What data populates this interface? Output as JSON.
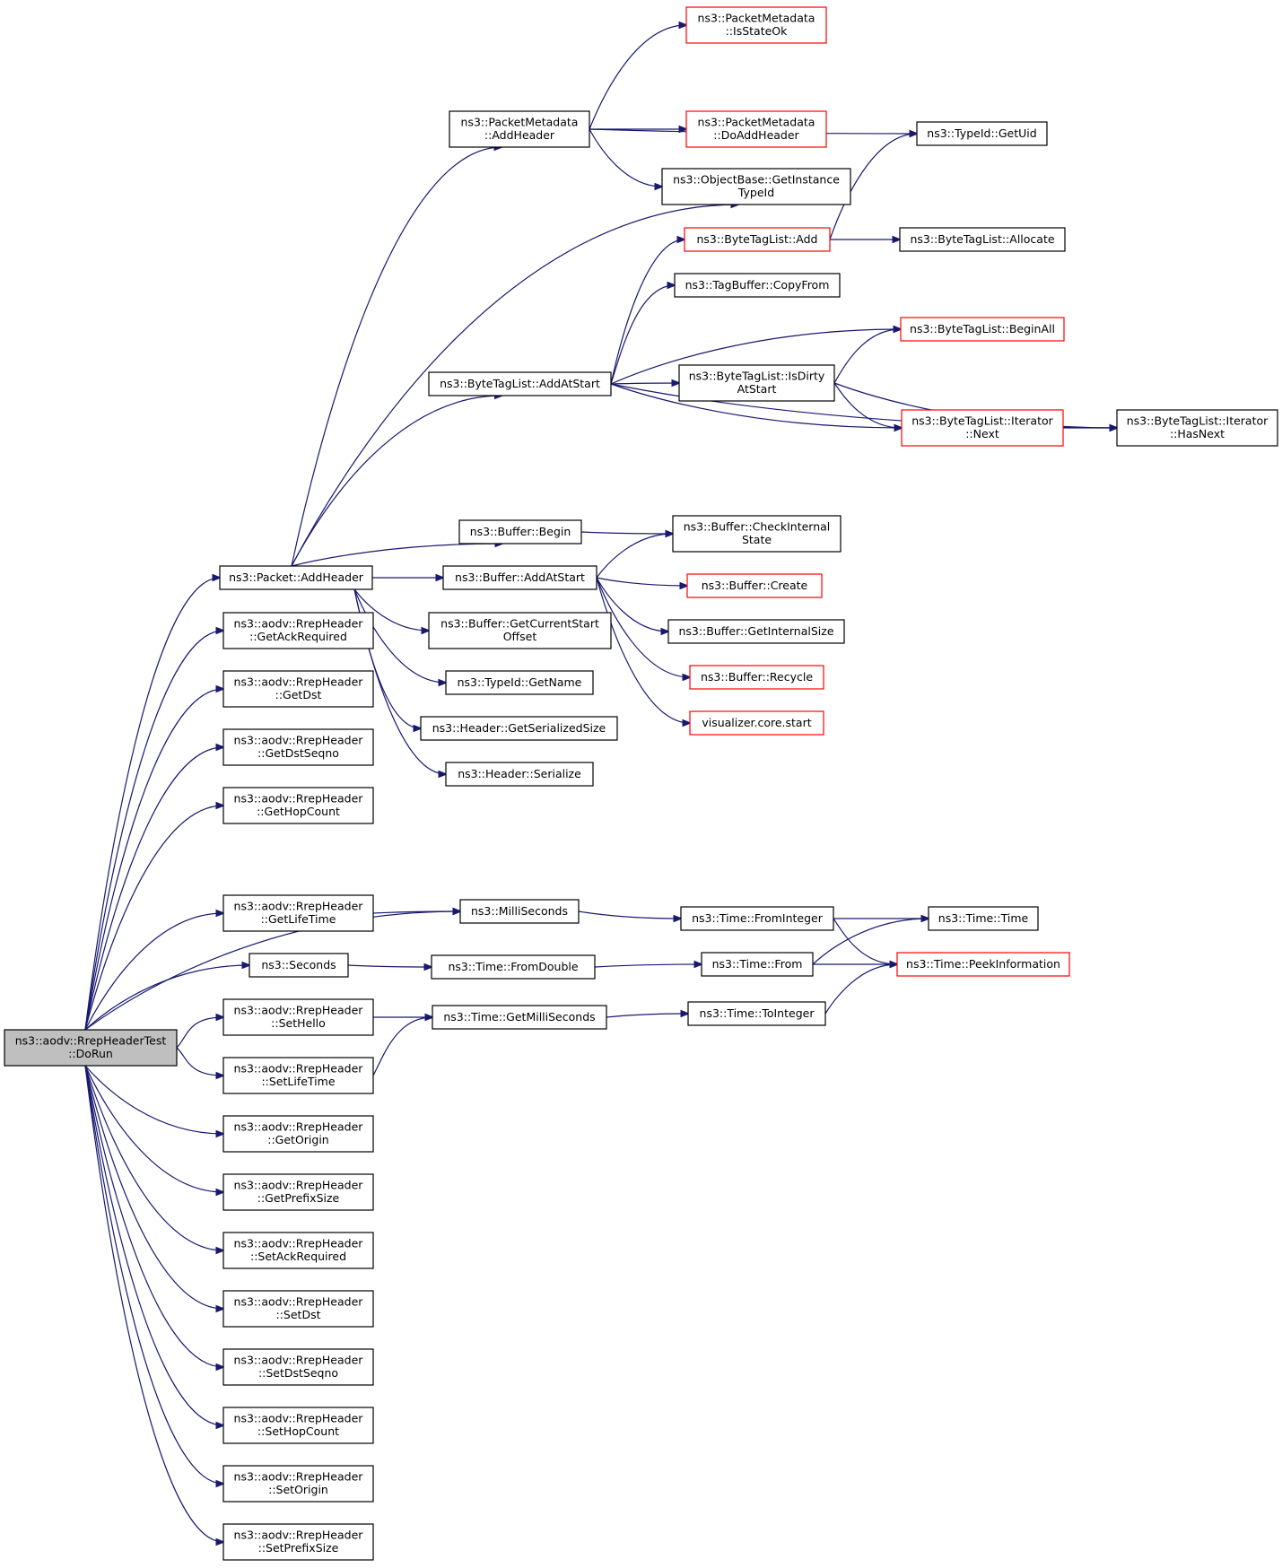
{
  "diagram": {
    "root": "doRun",
    "nodes": [
      {
        "id": "doRun",
        "lines": [
          "ns3::aodv::RrepHeaderTest",
          "::DoRun"
        ],
        "style": "root"
      },
      {
        "id": "packetAddHeader",
        "lines": [
          "ns3::Packet::AddHeader"
        ],
        "style": "normal"
      },
      {
        "id": "getAckRequired",
        "lines": [
          "ns3::aodv::RrepHeader",
          "::GetAckRequired"
        ],
        "style": "normal"
      },
      {
        "id": "getDst",
        "lines": [
          "ns3::aodv::RrepHeader",
          "::GetDst"
        ],
        "style": "normal"
      },
      {
        "id": "getDstSeqno",
        "lines": [
          "ns3::aodv::RrepHeader",
          "::GetDstSeqno"
        ],
        "style": "normal"
      },
      {
        "id": "getHopCount",
        "lines": [
          "ns3::aodv::RrepHeader",
          "::GetHopCount"
        ],
        "style": "normal"
      },
      {
        "id": "getLifeTime",
        "lines": [
          "ns3::aodv::RrepHeader",
          "::GetLifeTime"
        ],
        "style": "normal"
      },
      {
        "id": "seconds",
        "lines": [
          "ns3::Seconds"
        ],
        "style": "normal"
      },
      {
        "id": "setHello",
        "lines": [
          "ns3::aodv::RrepHeader",
          "::SetHello"
        ],
        "style": "normal"
      },
      {
        "id": "setLifeTime",
        "lines": [
          "ns3::aodv::RrepHeader",
          "::SetLifeTime"
        ],
        "style": "normal"
      },
      {
        "id": "getOrigin",
        "lines": [
          "ns3::aodv::RrepHeader",
          "::GetOrigin"
        ],
        "style": "normal"
      },
      {
        "id": "getPrefixSize",
        "lines": [
          "ns3::aodv::RrepHeader",
          "::GetPrefixSize"
        ],
        "style": "normal"
      },
      {
        "id": "setAckRequired",
        "lines": [
          "ns3::aodv::RrepHeader",
          "::SetAckRequired"
        ],
        "style": "normal"
      },
      {
        "id": "setDst",
        "lines": [
          "ns3::aodv::RrepHeader",
          "::SetDst"
        ],
        "style": "normal"
      },
      {
        "id": "setDstSeqno",
        "lines": [
          "ns3::aodv::RrepHeader",
          "::SetDstSeqno"
        ],
        "style": "normal"
      },
      {
        "id": "setHopCount",
        "lines": [
          "ns3::aodv::RrepHeader",
          "::SetHopCount"
        ],
        "style": "normal"
      },
      {
        "id": "setOrigin",
        "lines": [
          "ns3::aodv::RrepHeader",
          "::SetOrigin"
        ],
        "style": "normal"
      },
      {
        "id": "setPrefixSize",
        "lines": [
          "ns3::aodv::RrepHeader",
          "::SetPrefixSize"
        ],
        "style": "normal"
      },
      {
        "id": "pmAddHeader",
        "lines": [
          "ns3::PacketMetadata",
          "::AddHeader"
        ],
        "style": "normal"
      },
      {
        "id": "btlAddAtStart",
        "lines": [
          "ns3::ByteTagList::AddAtStart"
        ],
        "style": "normal"
      },
      {
        "id": "bufferBegin",
        "lines": [
          "ns3::Buffer::Begin"
        ],
        "style": "normal"
      },
      {
        "id": "bufferAddAtStart",
        "lines": [
          "ns3::Buffer::AddAtStart"
        ],
        "style": "normal"
      },
      {
        "id": "bufferGetCurrentStartOffset",
        "lines": [
          "ns3::Buffer::GetCurrentStart",
          "Offset"
        ],
        "style": "normal"
      },
      {
        "id": "typeIdGetName",
        "lines": [
          "ns3::TypeId::GetName"
        ],
        "style": "normal"
      },
      {
        "id": "headerGetSerializedSize",
        "lines": [
          "ns3::Header::GetSerializedSize"
        ],
        "style": "normal"
      },
      {
        "id": "headerSerialize",
        "lines": [
          "ns3::Header::Serialize"
        ],
        "style": "normal"
      },
      {
        "id": "milliSeconds",
        "lines": [
          "ns3::MilliSeconds"
        ],
        "style": "normal"
      },
      {
        "id": "timeFromDouble",
        "lines": [
          "ns3::Time::FromDouble"
        ],
        "style": "normal"
      },
      {
        "id": "timeGetMilliSeconds",
        "lines": [
          "ns3::Time::GetMilliSeconds"
        ],
        "style": "normal"
      },
      {
        "id": "pmIsStateOk",
        "lines": [
          "ns3::PacketMetadata",
          "::IsStateOk"
        ],
        "style": "red"
      },
      {
        "id": "pmDoAddHeader",
        "lines": [
          "ns3::PacketMetadata",
          "::DoAddHeader"
        ],
        "style": "red"
      },
      {
        "id": "obGetInstanceTypeId",
        "lines": [
          "ns3::ObjectBase::GetInstance",
          "TypeId"
        ],
        "style": "normal"
      },
      {
        "id": "btlAdd",
        "lines": [
          "ns3::ByteTagList::Add"
        ],
        "style": "red"
      },
      {
        "id": "tagBufferCopyFrom",
        "lines": [
          "ns3::TagBuffer::CopyFrom"
        ],
        "style": "normal"
      },
      {
        "id": "btlIsDirtyAtStart",
        "lines": [
          "ns3::ByteTagList::IsDirty",
          "AtStart"
        ],
        "style": "normal"
      },
      {
        "id": "bufferCheckInternalState",
        "lines": [
          "ns3::Buffer::CheckInternal",
          "State"
        ],
        "style": "normal"
      },
      {
        "id": "bufferCreate",
        "lines": [
          "ns3::Buffer::Create"
        ],
        "style": "red"
      },
      {
        "id": "bufferGetInternalSize",
        "lines": [
          "ns3::Buffer::GetInternalSize"
        ],
        "style": "normal"
      },
      {
        "id": "bufferRecycle",
        "lines": [
          "ns3::Buffer::Recycle"
        ],
        "style": "red"
      },
      {
        "id": "visualizerCoreStart",
        "lines": [
          "visualizer.core.start"
        ],
        "style": "red"
      },
      {
        "id": "timeFromInteger",
        "lines": [
          "ns3::Time::FromInteger"
        ],
        "style": "normal"
      },
      {
        "id": "timeFrom",
        "lines": [
          "ns3::Time::From"
        ],
        "style": "normal"
      },
      {
        "id": "timeToInteger",
        "lines": [
          "ns3::Time::ToInteger"
        ],
        "style": "normal"
      },
      {
        "id": "typeIdGetUid",
        "lines": [
          "ns3::TypeId::GetUid"
        ],
        "style": "normal"
      },
      {
        "id": "btlAllocate",
        "lines": [
          "ns3::ByteTagList::Allocate"
        ],
        "style": "normal"
      },
      {
        "id": "btlBeginAll",
        "lines": [
          "ns3::ByteTagList::BeginAll"
        ],
        "style": "red"
      },
      {
        "id": "btlIteratorNext",
        "lines": [
          "ns3::ByteTagList::Iterator",
          "::Next"
        ],
        "style": "red"
      },
      {
        "id": "timeTime",
        "lines": [
          "ns3::Time::Time"
        ],
        "style": "normal"
      },
      {
        "id": "timePeekInformation",
        "lines": [
          "ns3::Time::PeekInformation"
        ],
        "style": "red"
      },
      {
        "id": "btlIteratorHasNext",
        "lines": [
          "ns3::ByteTagList::Iterator",
          "::HasNext"
        ],
        "style": "normal"
      }
    ],
    "edges": [
      [
        "doRun",
        "packetAddHeader"
      ],
      [
        "doRun",
        "getAckRequired"
      ],
      [
        "doRun",
        "getDst"
      ],
      [
        "doRun",
        "getDstSeqno"
      ],
      [
        "doRun",
        "getHopCount"
      ],
      [
        "doRun",
        "getLifeTime"
      ],
      [
        "doRun",
        "milliSeconds"
      ],
      [
        "doRun",
        "seconds"
      ],
      [
        "doRun",
        "setHello"
      ],
      [
        "doRun",
        "setLifeTime"
      ],
      [
        "doRun",
        "getOrigin"
      ],
      [
        "doRun",
        "getPrefixSize"
      ],
      [
        "doRun",
        "setAckRequired"
      ],
      [
        "doRun",
        "setDst"
      ],
      [
        "doRun",
        "setDstSeqno"
      ],
      [
        "doRun",
        "setHopCount"
      ],
      [
        "doRun",
        "setOrigin"
      ],
      [
        "doRun",
        "setPrefixSize"
      ],
      [
        "packetAddHeader",
        "pmAddHeader"
      ],
      [
        "packetAddHeader",
        "obGetInstanceTypeId"
      ],
      [
        "packetAddHeader",
        "btlAddAtStart"
      ],
      [
        "packetAddHeader",
        "bufferBegin"
      ],
      [
        "packetAddHeader",
        "bufferAddAtStart"
      ],
      [
        "packetAddHeader",
        "bufferGetCurrentStartOffset"
      ],
      [
        "packetAddHeader",
        "typeIdGetName"
      ],
      [
        "packetAddHeader",
        "headerGetSerializedSize"
      ],
      [
        "packetAddHeader",
        "headerSerialize"
      ],
      [
        "pmAddHeader",
        "pmIsStateOk"
      ],
      [
        "pmAddHeader",
        "typeIdGetUid"
      ],
      [
        "pmAddHeader",
        "pmDoAddHeader"
      ],
      [
        "pmAddHeader",
        "obGetInstanceTypeId"
      ],
      [
        "btlAddAtStart",
        "btlAdd"
      ],
      [
        "btlAddAtStart",
        "tagBufferCopyFrom"
      ],
      [
        "btlAddAtStart",
        "btlBeginAll"
      ],
      [
        "btlAddAtStart",
        "btlIsDirtyAtStart"
      ],
      [
        "btlAddAtStart",
        "btlIteratorNext"
      ],
      [
        "btlAddAtStart",
        "btlIteratorHasNext"
      ],
      [
        "btlAdd",
        "typeIdGetUid"
      ],
      [
        "btlAdd",
        "btlAllocate"
      ],
      [
        "btlIsDirtyAtStart",
        "btlBeginAll"
      ],
      [
        "btlIsDirtyAtStart",
        "btlIteratorNext"
      ],
      [
        "btlIsDirtyAtStart",
        "btlIteratorHasNext"
      ],
      [
        "btlIteratorNext",
        "btlIteratorHasNext"
      ],
      [
        "bufferBegin",
        "bufferCheckInternalState"
      ],
      [
        "bufferAddAtStart",
        "bufferCheckInternalState"
      ],
      [
        "bufferAddAtStart",
        "bufferCreate"
      ],
      [
        "bufferAddAtStart",
        "bufferGetInternalSize"
      ],
      [
        "bufferAddAtStart",
        "bufferRecycle"
      ],
      [
        "bufferAddAtStart",
        "visualizerCoreStart"
      ],
      [
        "getLifeTime",
        "milliSeconds"
      ],
      [
        "milliSeconds",
        "timeFromInteger"
      ],
      [
        "seconds",
        "timeFromDouble"
      ],
      [
        "setHello",
        "timeGetMilliSeconds"
      ],
      [
        "setLifeTime",
        "timeGetMilliSeconds"
      ],
      [
        "timeFromDouble",
        "timeFrom"
      ],
      [
        "timeGetMilliSeconds",
        "timeToInteger"
      ],
      [
        "timeFromInteger",
        "timeTime"
      ],
      [
        "timeFromInteger",
        "timePeekInformation"
      ],
      [
        "timeFrom",
        "timeTime"
      ],
      [
        "timeFrom",
        "timePeekInformation"
      ],
      [
        "timeToInteger",
        "timePeekInformation"
      ]
    ]
  }
}
